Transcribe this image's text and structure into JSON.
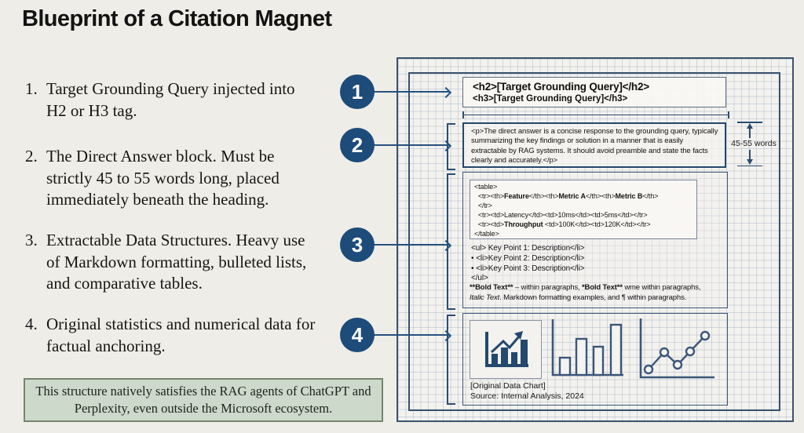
{
  "title": "Blueprint of a Citation Magnet",
  "list": {
    "items": [
      {
        "num": "1.",
        "text": "Target Grounding Query injected into H2 or H3 tag."
      },
      {
        "num": "2.",
        "text": "The Direct Answer block. Must be strictly 45 to 55 words long, placed immediately beneath the heading."
      },
      {
        "num": "3.",
        "text": "Extractable Data Structures. Heavy use of Markdown formatting, bulleted lists, and comparative tables."
      },
      {
        "num": "4.",
        "text": "Original statistics and numerical data for factual anchoring."
      }
    ]
  },
  "callout": {
    "text": "This structure natively satisfies the RAG agents of ChatGPT and Perplexity, even outside the Microsoft ecosystem."
  },
  "blueprint": {
    "markers": [
      "1",
      "2",
      "3",
      "4"
    ],
    "heading_box": {
      "h2": "<h2>[Target Grounding Query]</h2>",
      "h3": "<h3>[Target Grounding Query]</h3>"
    },
    "answer_box": {
      "text": "<p>The direct answer is a concise response to the grounding query, typically summarizing the key findings or solution in a manner that is easily extractable by RAG systems. It should avoid preamble and state the facts clearly and accurately.</p>",
      "dimension_label": "45-55 words"
    },
    "data_box": {
      "table_code": [
        "<table>",
        "  <tr><th>[[b]]Feature[[/b]]</th><th>[[b]]Metric A[[/b]]</th><th>[[b]]Metric B[[/b]]</th>",
        "  </tr>",
        "  <tr><td>Latency</td><td>10ms</td><td>5ms</td></tr>",
        "  <tr><td>[[b]]Throughput[[/b]] <td>100K</td><td>120K</td></tr>",
        "</table>"
      ],
      "list_code": [
        "<ul> Key Point 1: Description</li>",
        "• <li>Key Point 2: Description</li>",
        "• <li>Key Point 3: Description</li>",
        "</ul>"
      ],
      "format_note": [
        "[[b]]**Bold Text**[[/b]] – within paragraphs, [[b]]*Bold Text**[[/b]] wme within paragraphs,",
        "[[i]]Italic Text[[/i]]. Markdown formatting examples, and ¶ within paragraphs."
      ]
    },
    "chart_box": {
      "caption_line1": "[Original Data Chart]",
      "caption_line2": "Source: Internal Analysis, 2024"
    },
    "icons": {
      "framed-bar-chart-trend-icon": "filled bar chart with rising arrow",
      "outline-bar-chart-icon": "outlined bar chart",
      "line-chart-markers-icon": "line chart with circle markers"
    }
  },
  "colors": {
    "page_bg": "#efede7",
    "panel_bg": "#f3f2ee",
    "grid_line": "#aeb8c7",
    "navy_accent": "#1d4b7a",
    "callout_bg": "#cdd9ca",
    "callout_border": "#75846e"
  }
}
